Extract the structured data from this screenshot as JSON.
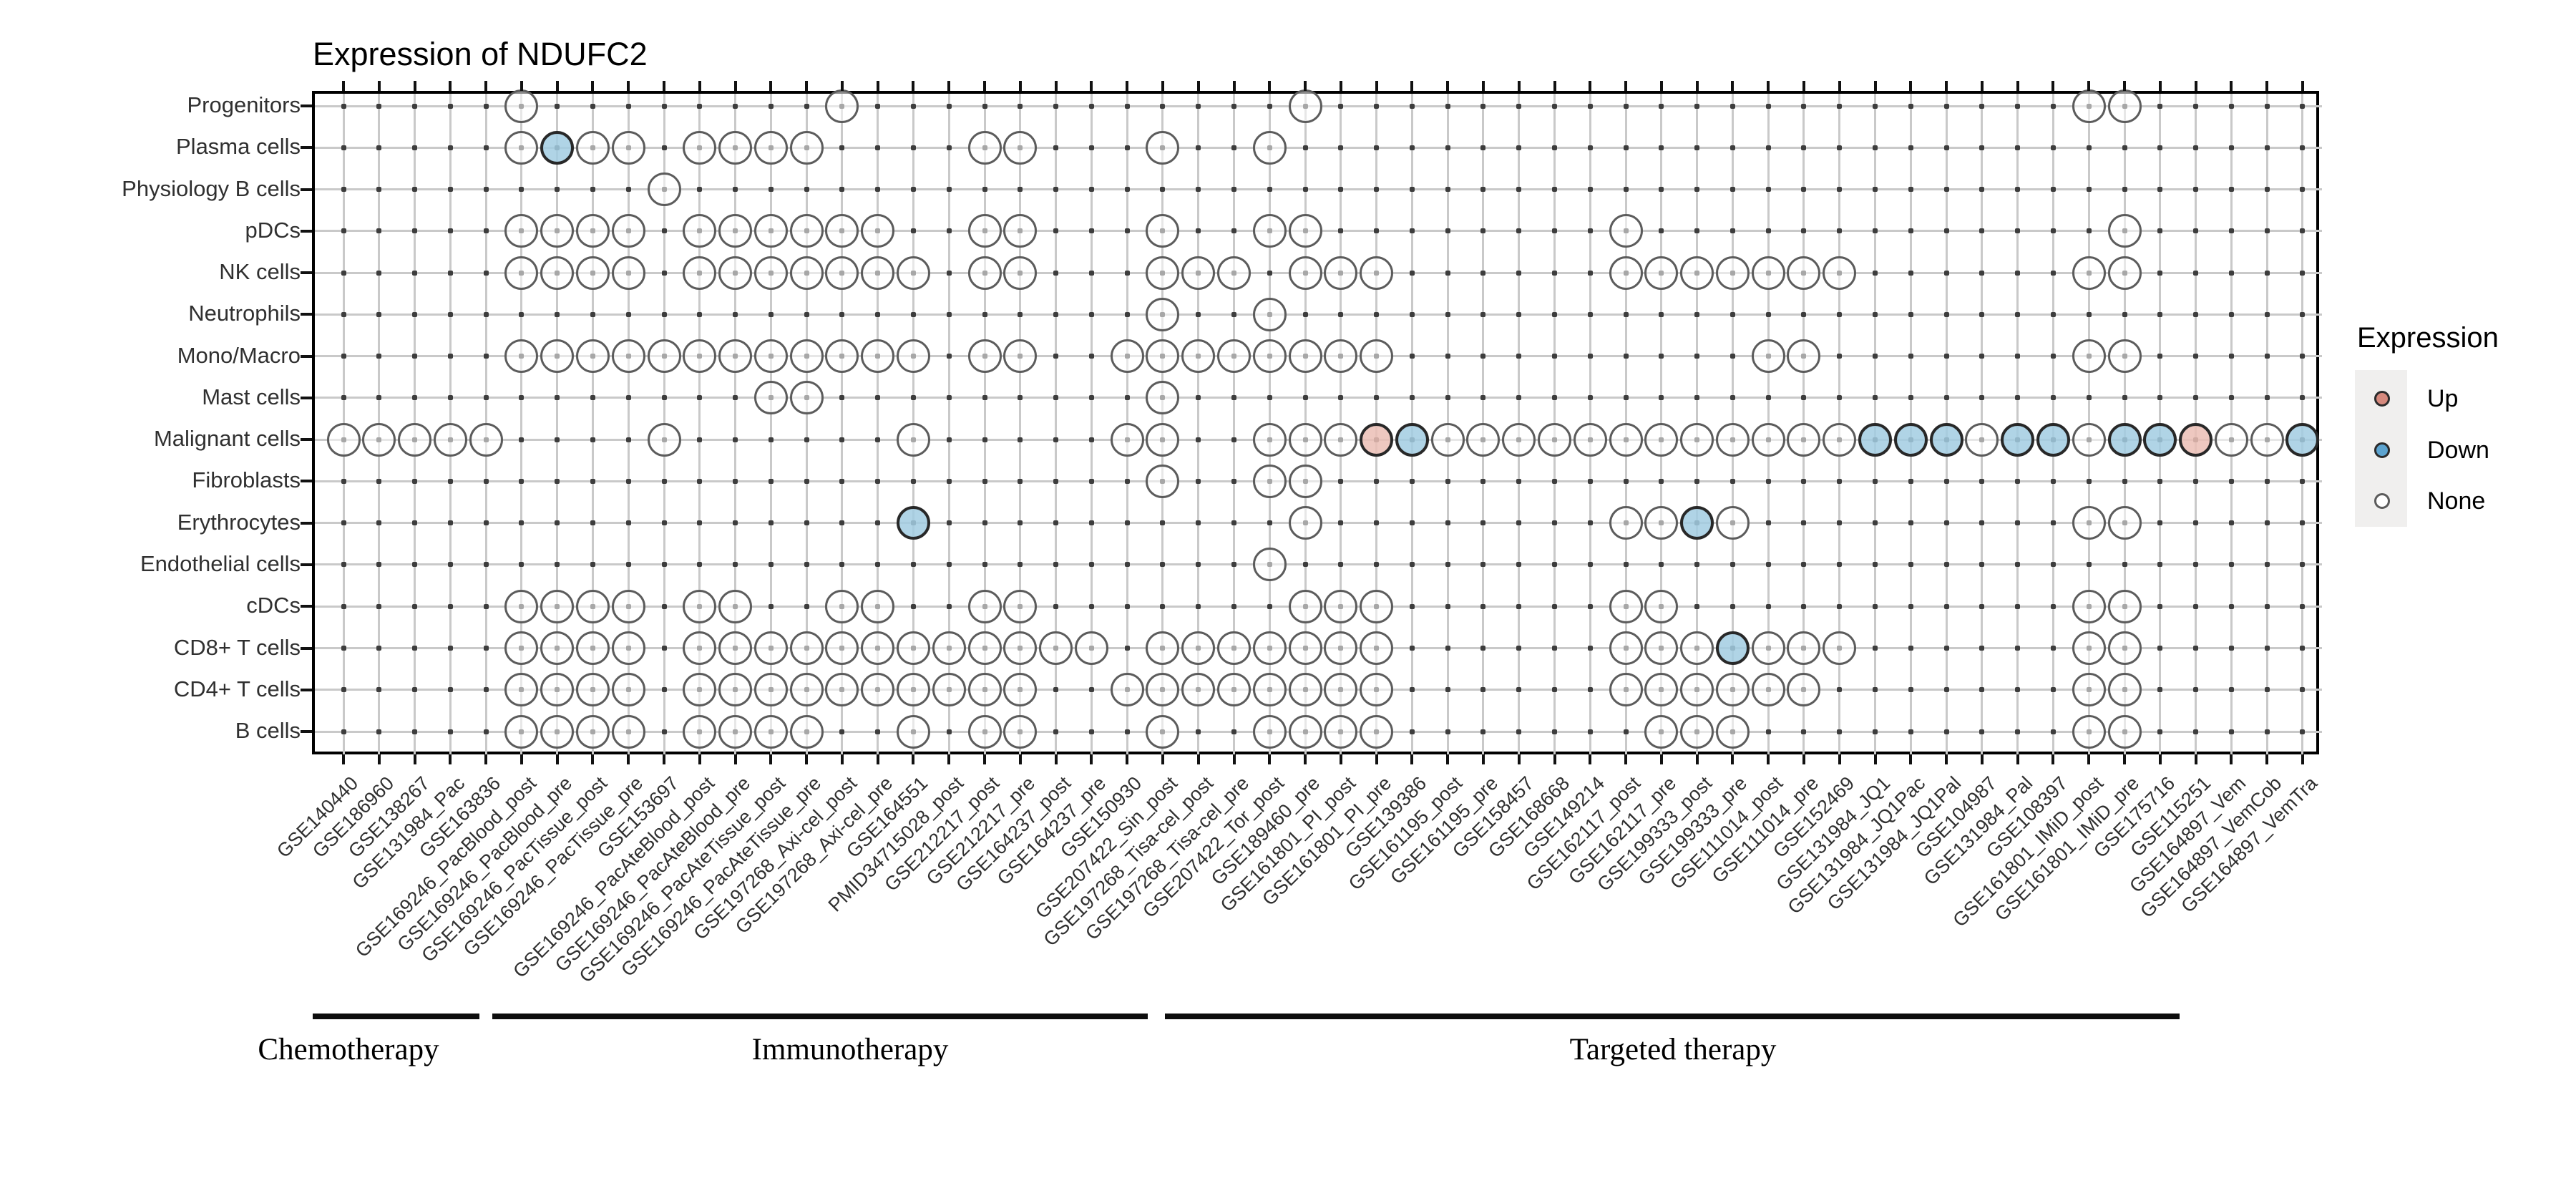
{
  "title": "Expression of NDUFC2",
  "legend": {
    "title": "Expression",
    "items": [
      {
        "label": "Up",
        "color": "#d6897d"
      },
      {
        "label": "Down",
        "color": "#5da4d0"
      },
      {
        "label": "None",
        "color": "#ffffff"
      }
    ]
  },
  "colors": {
    "up_fill": "#eecac3",
    "down_fill": "#b3d4e8",
    "none_fill": "#ffffff",
    "circle_stroke_colored": "#282828",
    "circle_stroke_none": "#5c5c5c",
    "gridline": "#c9c9c9",
    "grid_dot": "#3d3d3d"
  },
  "chart_data": {
    "type": "heatmap",
    "title": "Expression of NDUFC2",
    "legend_position": "right",
    "y_categories": [
      "Progenitors",
      "Plasma cells",
      "Physiology B cells",
      "pDCs",
      "NK cells",
      "Neutrophils",
      "Mono/Macro",
      "Mast cells",
      "Malignant cells",
      "Fibroblasts",
      "Erythrocytes",
      "Endothelial cells",
      "cDCs",
      "CD8+ T cells",
      "CD4+ T cells",
      "B cells"
    ],
    "x_categories": [
      "GSE140440",
      "GSE186960",
      "GSE138267",
      "GSE131984_Pac",
      "GSE163836",
      "GSE169246_PacBlood_post",
      "GSE169246_PacBlood_pre",
      "GSE169246_PacTissue_post",
      "GSE169246_PacTissue_pre",
      "GSE153697",
      "GSE169246_PacAteBlood_post",
      "GSE169246_PacAteBlood_pre",
      "GSE169246_PacAteTissue_post",
      "GSE169246_PacAteTissue_pre",
      "GSE197268_Axi-cel_post",
      "GSE197268_Axi-cel_pre",
      "GSE164551",
      "PMID34715028_post",
      "GSE212217_post",
      "GSE212217_pre",
      "GSE164237_post",
      "GSE164237_pre",
      "GSE150930",
      "GSE207422_Sin_post",
      "GSE197268_Tisa-cel_post",
      "GSE197268_Tisa-cel_pre",
      "GSE207422_Tor_post",
      "GSE189460_pre",
      "GSE161801_PI_post",
      "GSE161801_PI_pre",
      "GSE139386",
      "GSE161195_post",
      "GSE161195_pre",
      "GSE158457",
      "GSE168668",
      "GSE149214",
      "GSE162117_post",
      "GSE162117_pre",
      "GSE199333_post",
      "GSE199333_pre",
      "GSE111014_post",
      "GSE111014_pre",
      "GSE152469",
      "GSE131984_JQ1",
      "GSE131984_JQ1Pac",
      "GSE131984_JQ1Pal",
      "GSE104987",
      "GSE131984_Pal",
      "GSE108397",
      "GSE161801_IMiD_post",
      "GSE161801_IMiD_pre",
      "GSE175716",
      "GSE115251",
      "GSE164897_Vem",
      "GSE164897_VemCob",
      "GSE164897_VemTra"
    ],
    "cell_codes": {
      ".": "no circle",
      "o": "None",
      "d": "Down",
      "u": "Up"
    },
    "cells": [
      ".....o........o............o.....................oo.....",
      ".....odoo.oooo....oo...o..o.............................",
      ".........o..............................................",
      ".....oooo.oooooo..oo...o..oo........o.............o.....",
      ".....oooo.ooooooo.oo...ooo.ooo......ooooooo......oo.....",
      ".......................o..o.............................",
      ".....oooooooooooo.oo..oooooooo..........oo.......oo.....",
      "............oo.........o................................",
      "ooooo....o......o.....oo..oooudoooooooooooodddoddodduood",
      ".......................o..oo............................",
      "................d..........o........oodo.........oo.....",
      "..........................o.............................",
      ".....oooo.oo..oo..oo.......ooo......oo...........oo.....",
      ".....oooo.oooooooooooo.ooooooo......ooodooo......oo.....",
      ".....oooo.oooooooooo..oooooooo......oooooo.......oo.....",
      ".....oooo.oooo..o.oo...o..oooo.......ooo.........oo....."
    ],
    "x_groups": [
      {
        "label": "Chemotherapy",
        "from": "GSE140440",
        "to": "GSE163836"
      },
      {
        "label": "Immunotherapy",
        "from": "GSE169246_PacBlood_post",
        "to": "GSE150930"
      },
      {
        "label": "Targeted therapy",
        "from": "GSE207422_Sin_post",
        "to": "GSE164897_VemTra"
      }
    ]
  }
}
